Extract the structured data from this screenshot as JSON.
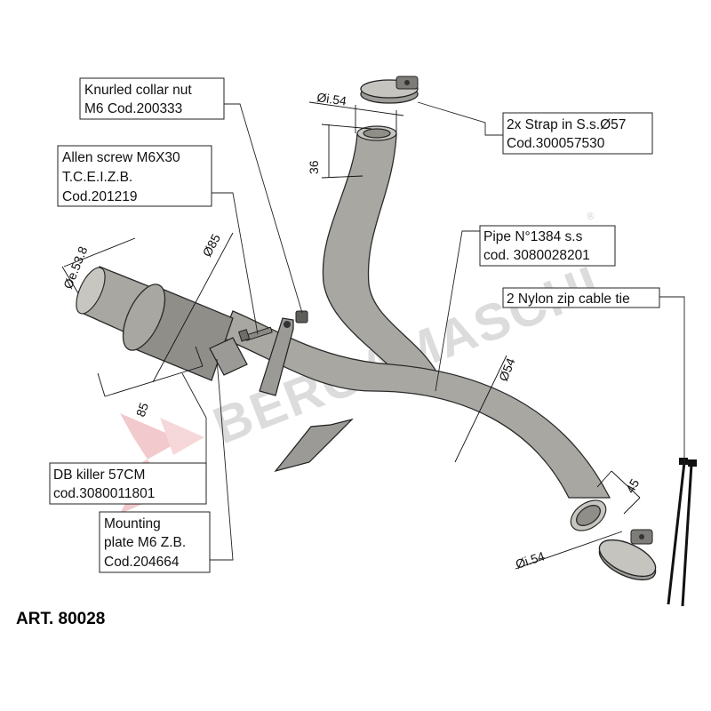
{
  "article": "ART. 80028",
  "watermark": {
    "brand": "BERGAMASCHI",
    "registered": "®"
  },
  "labels": {
    "knurled_nut": [
      "Knurled collar nut",
      "M6 Cod.200333"
    ],
    "allen_screw": [
      "Allen screw M6X30",
      "T.C.E.I.Z.B.",
      "Cod.201219"
    ],
    "strap": [
      "2x Strap in S.s.Ø57",
      "Cod.300057530"
    ],
    "pipe": [
      "Pipe N°1384 s.s",
      "cod. 3080028201"
    ],
    "zip_tie": [
      "2 Nylon zip cable tie"
    ],
    "db_killer": [
      "DB killer 57CM",
      "cod.3080011801"
    ],
    "mounting_plate": [
      "Mounting",
      "plate M6 Z.B.",
      "Cod.204664"
    ]
  },
  "dimensions": {
    "top_inner_diameter": "Øi.54",
    "top_length": "36",
    "outer_diameter": "Øe.53.8",
    "body_diameter": "Ø85",
    "body_length": "85",
    "pipe_diameter": "Ø54",
    "bottom_length": "45",
    "bottom_inner_diameter": "Øi.54"
  },
  "colors": {
    "pipe": "#a8a7a2",
    "logo_red": "#f2c9cc",
    "watermark_gray": "#dcdcdc"
  }
}
